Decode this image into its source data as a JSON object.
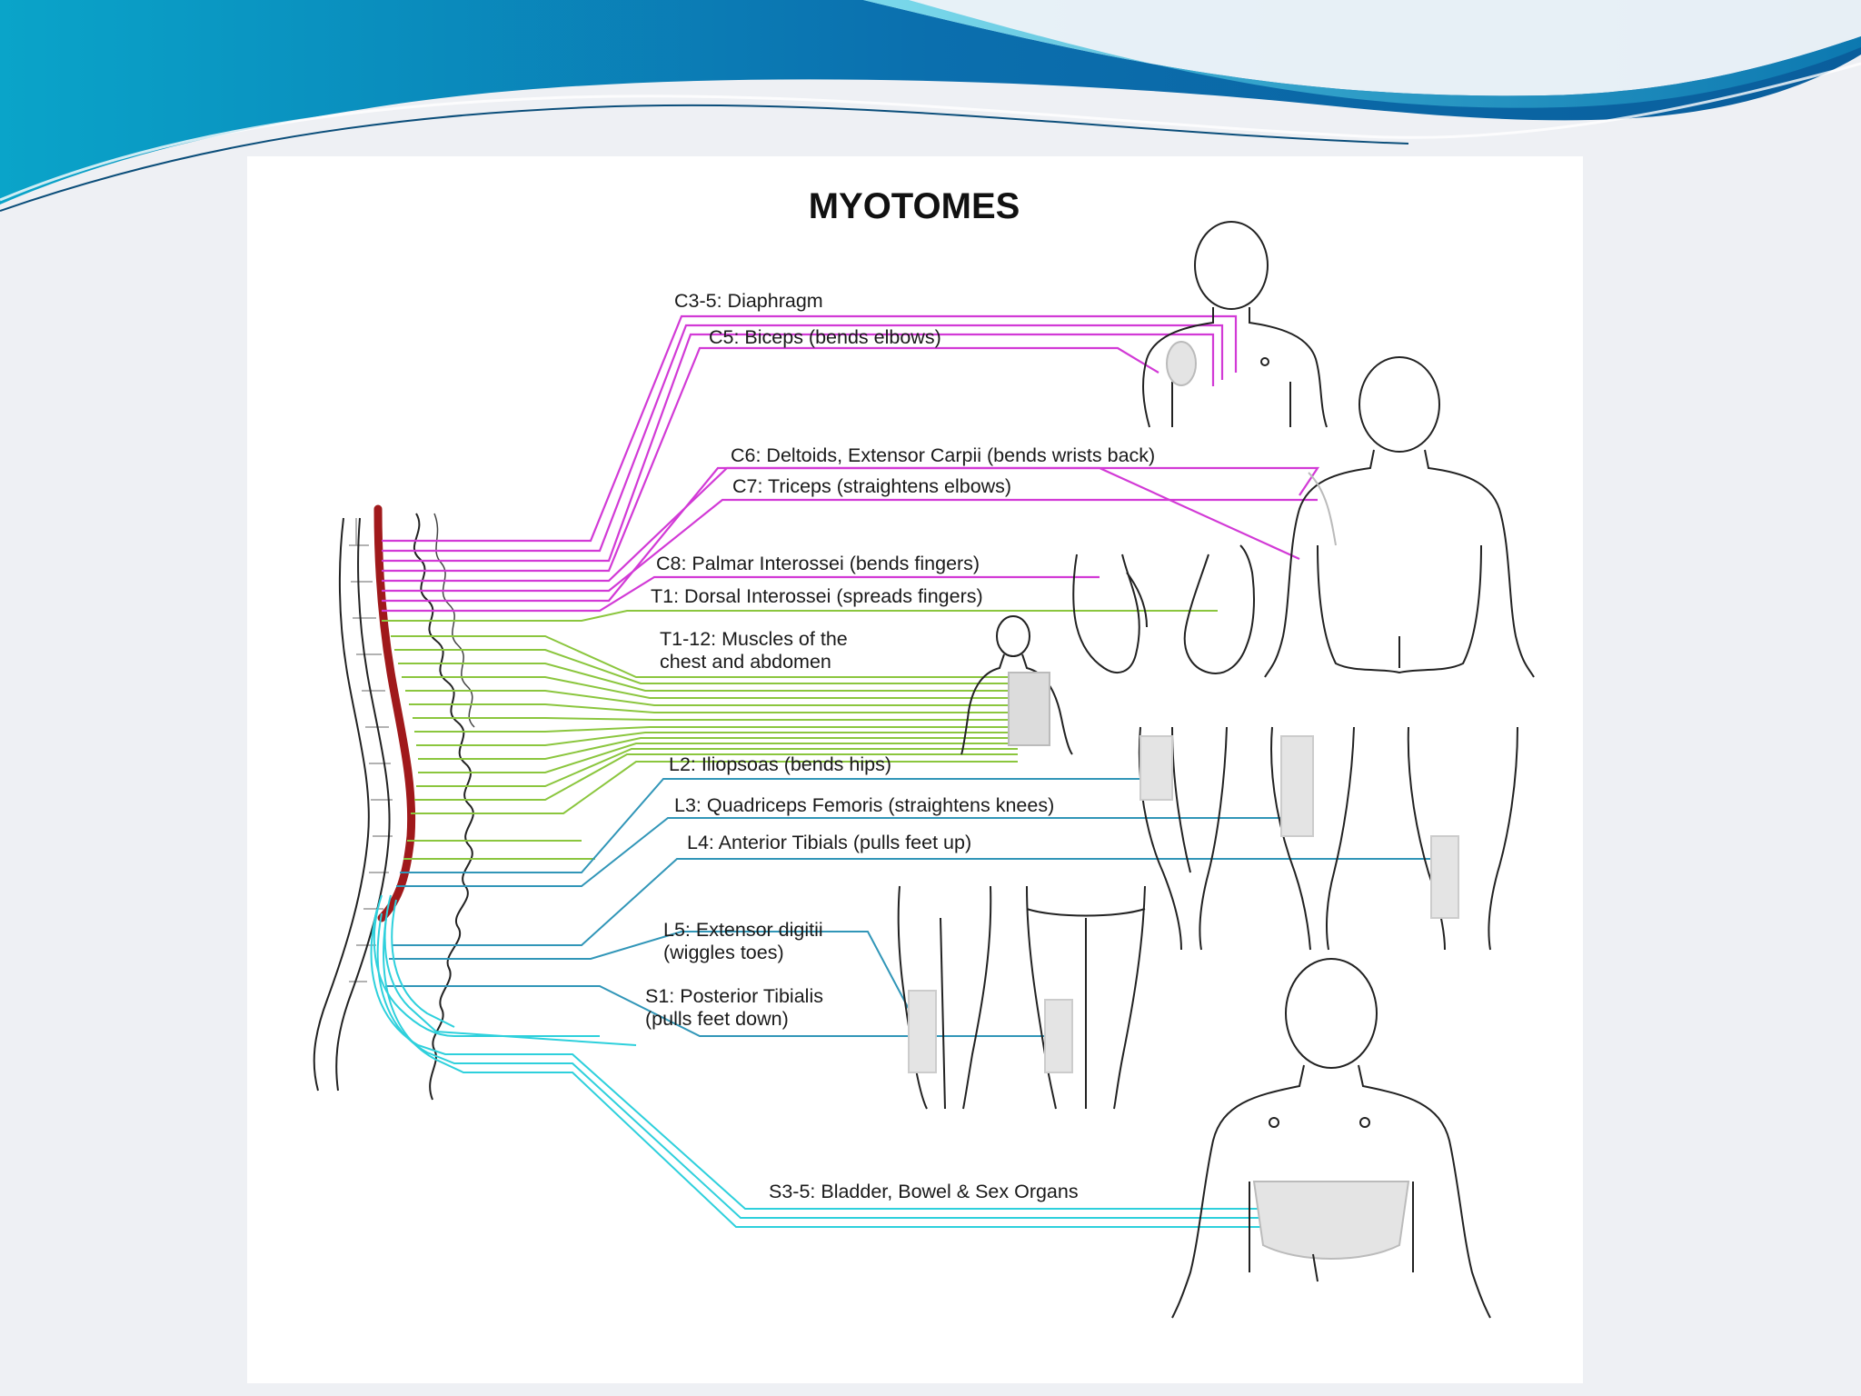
{
  "title": "MYOTOMES",
  "colors": {
    "cervical": "#d23ad6",
    "thoracic": "#8bc63e",
    "lumbar": "#3196b8",
    "sacral": "#2ed0dc",
    "spinal_cord": "#a0191b",
    "header_blue": "#0a6fa8"
  },
  "labels": {
    "c3_5": "C3-5: Diaphragm",
    "c5": "C5: Biceps (bends elbows)",
    "c6": "C6: Deltoids, Extensor Carpii (bends wrists back)",
    "c7": "C7: Triceps (straightens elbows)",
    "c8": "C8: Palmar Interossei (bends fingers)",
    "t1": "T1: Dorsal Interossei (spreads fingers)",
    "t1_12_line1": "T1-12: Muscles of the",
    "t1_12_line2": "chest and abdomen",
    "l2": "L2: Iliopsoas (bends hips)",
    "l3": "L3: Quadriceps Femoris (straightens knees)",
    "l4": "L4: Anterior Tibials (pulls feet up)",
    "l5_line1": "L5: Extensor digitii",
    "l5_line2": "(wiggles toes)",
    "s1_line1": "S1: Posterior Tibialis",
    "s1_line2": "(pulls feet down)",
    "s3_5": "S3-5: Bladder, Bowel & Sex Organs"
  }
}
